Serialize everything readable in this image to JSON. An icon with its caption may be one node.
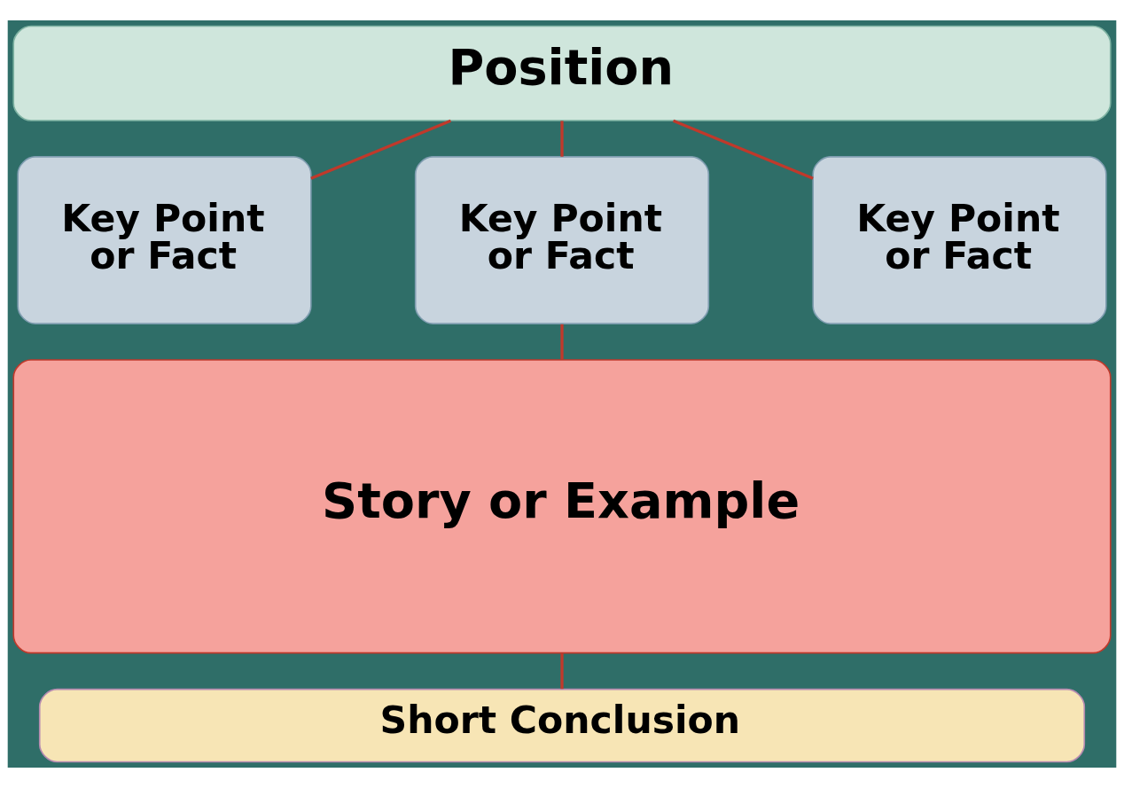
{
  "diagram": {
    "nodes": [
      {
        "text": [
          "Position"
        ]
      },
      {
        "text": [
          "Key Point or Fact"
        ]
      },
      {
        "text": [
          "Key Point or Fact"
        ]
      },
      {
        "text": [
          "Key Point or Fact"
        ]
      },
      {
        "text": [
          "Story or Example"
        ]
      },
      {
        "text": [
          "Short Conclusion"
        ]
      }
    ],
    "edges": [
      {
        "from": 0,
        "to": 1,
        "arrow": "none"
      },
      {
        "from": 0,
        "to": 2,
        "arrow": "none"
      },
      {
        "from": 0,
        "to": 3,
        "arrow": "none"
      },
      {
        "from": 2,
        "to": 4,
        "arrow": "none"
      },
      {
        "from": 4,
        "to": 5,
        "arrow": "none"
      }
    ]
  }
}
